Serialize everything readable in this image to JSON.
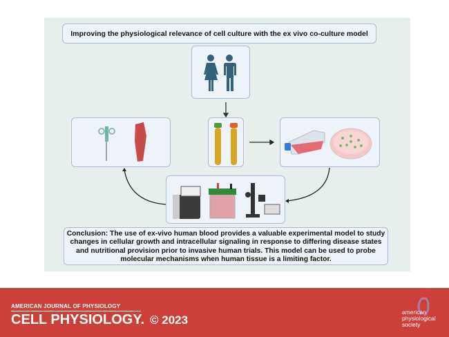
{
  "title": "Improving the physiological relevance of cell culture with the ex vivo co-culture model",
  "conclusion": "Conclusion: The use of ex-vivo human blood provides a valuable experimental model to study changes in cellular growth and intracellular signaling in response to differing disease states and nutritional provision prior to invasive human trials. This model can be used to probe molecular mechanisms when human tissue is a limiting factor.",
  "footer": {
    "journal_top": "AMERICAN JOURNAL OF PHYSIOLOGY",
    "journal_name": "CELL PHYSIOLOGY.",
    "copyright": "© 2023",
    "society": [
      "american",
      "physiological",
      "society"
    ]
  },
  "colors": {
    "footer": "#cc4039",
    "panel": "#e7efec",
    "box": "#eef3fa",
    "people": "#34607d"
  }
}
